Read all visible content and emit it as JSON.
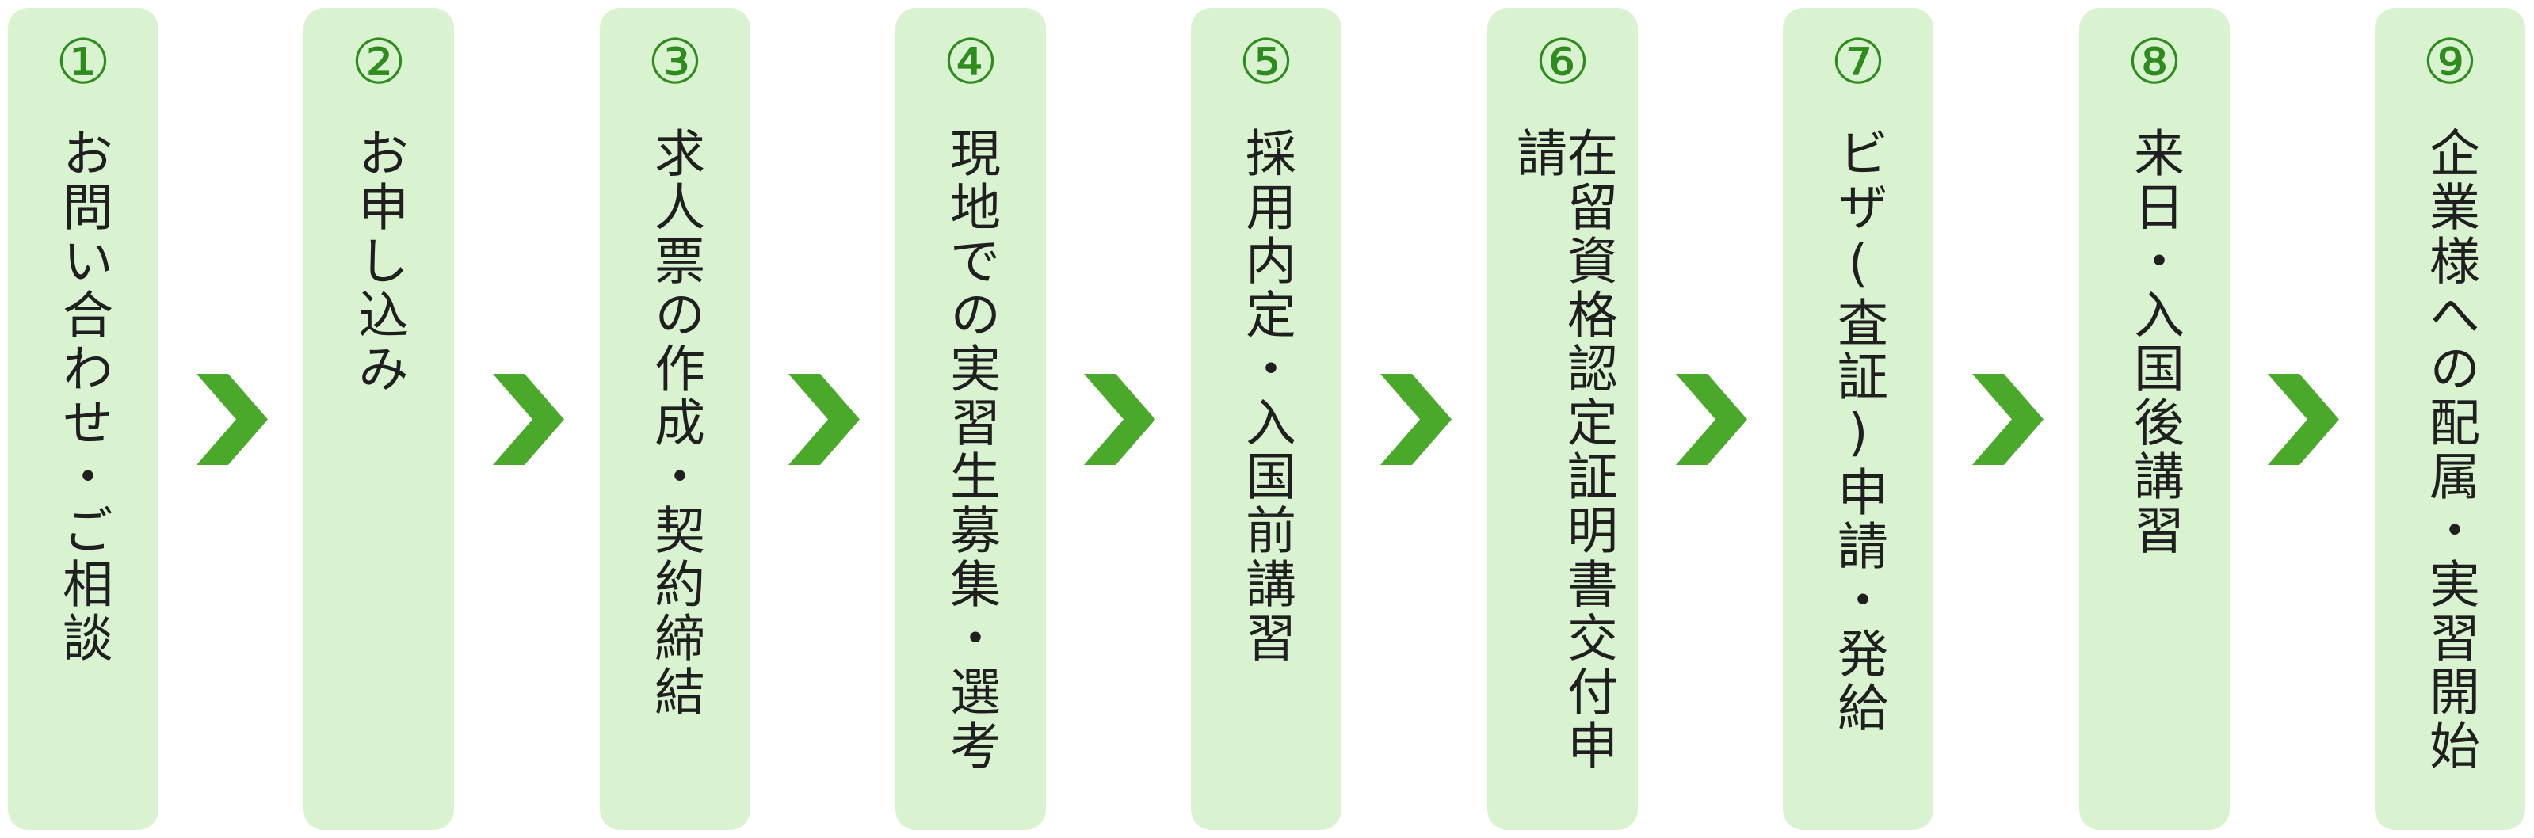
{
  "colors": {
    "box_background": "#d9f2d0",
    "number_color": "#2e8b1e",
    "text_color": "#1f1f1f",
    "arrow_color": "#4aa82a"
  },
  "arrow_icon": "chevron-right-icon",
  "steps": [
    {
      "number": "①",
      "label": "お問い合わせ・ご相談"
    },
    {
      "number": "②",
      "label": "お申し込み"
    },
    {
      "number": "③",
      "label": "求人票の作成・契約締結"
    },
    {
      "number": "④",
      "label": "現地での実習生募集・選考"
    },
    {
      "number": "⑤",
      "label": "採用内定・入国前講習"
    },
    {
      "number": "⑥",
      "label": "在留資格認定証明書交付申請"
    },
    {
      "number": "⑦",
      "label": "ビザ(査証)申請・発給"
    },
    {
      "number": "⑧",
      "label": "来日・入国後講習"
    },
    {
      "number": "⑨",
      "label": "企業様への配属・実習開始"
    }
  ]
}
